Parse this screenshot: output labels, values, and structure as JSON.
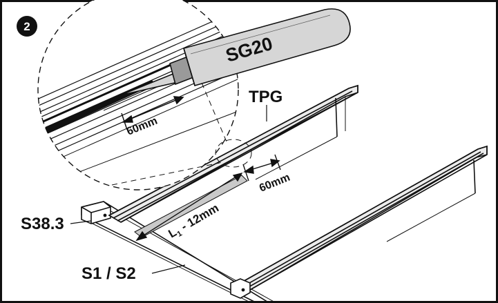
{
  "step": {
    "number": "2"
  },
  "labels": {
    "sealant": "SG20",
    "profile": "TPG",
    "dim_zoom": "60mm",
    "dim_main": "60mm",
    "length": "L",
    "length_sub": "1",
    "length_rest": " - 12mm",
    "part_a": "S38.3",
    "part_b": "S1 / S2"
  },
  "colors": {
    "stroke": "#111111",
    "tube": "#d6d6d6",
    "tube_dark": "#9a9a9a",
    "profile_fill": "#ececec",
    "gap_fill": "#c9c9c9"
  }
}
